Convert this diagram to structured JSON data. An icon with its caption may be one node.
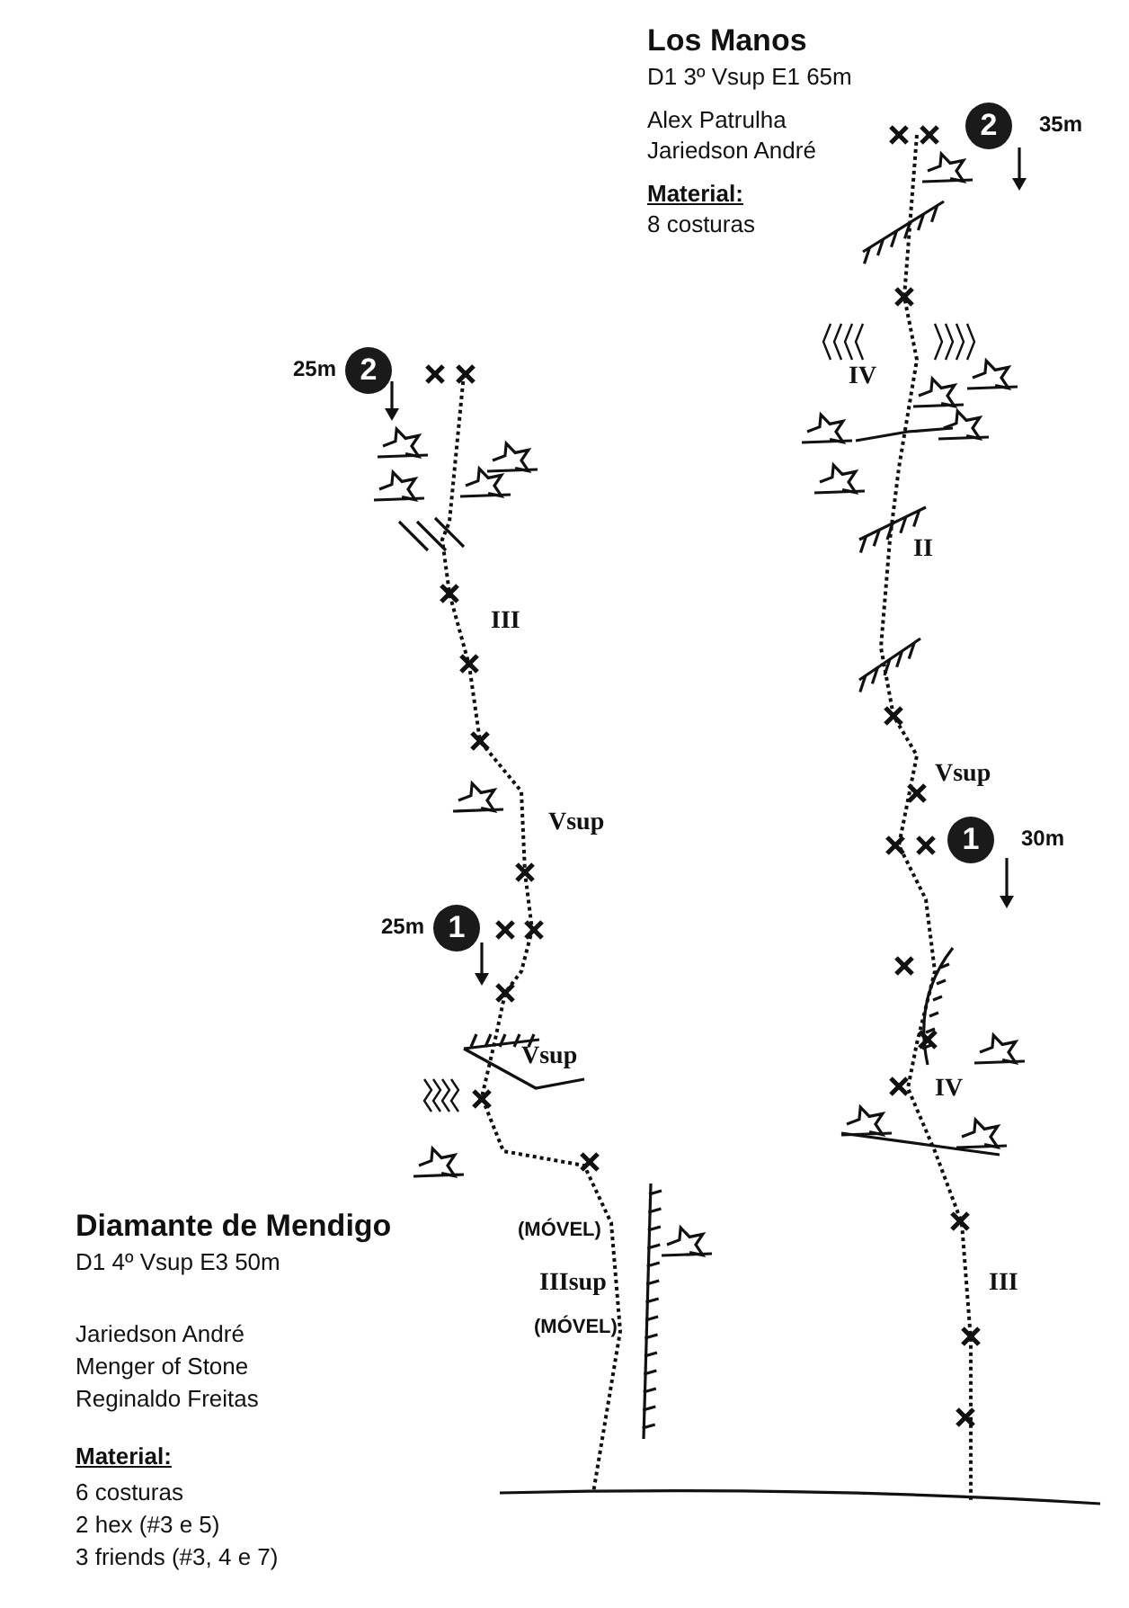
{
  "diagram": {
    "nodes": [
      {
        "text": [
          "2"
        ],
        "beside": [
          "25m"
        ]
      },
      {
        "text": [
          "1"
        ],
        "beside": [
          "25m"
        ]
      },
      {
        "text": [
          "2"
        ],
        "beside": [
          "35m"
        ]
      },
      {
        "text": [
          "1"
        ],
        "beside": [
          "30m"
        ]
      }
    ],
    "labels": [
      "Los Manos",
      "D1 3º Vsup E1 65m",
      "Alex Patrulha",
      "Jariedson André",
      "Material:",
      "8 costuras",
      "IV",
      "II",
      "Vsup",
      "III",
      "Vsup",
      "Vsup",
      "IV",
      "(MÓVEL)",
      "IIIsup",
      "(MÓVEL)",
      "III",
      "Diamante de Mendigo",
      "D1 4º Vsup E3 50m",
      "Jariedson André",
      "Menger of Stone",
      "Reginaldo Freitas",
      "Material:",
      "6 costuras",
      "2 hex (#3 e 5)",
      "3 friends (#3, 4 e 7)"
    ]
  }
}
